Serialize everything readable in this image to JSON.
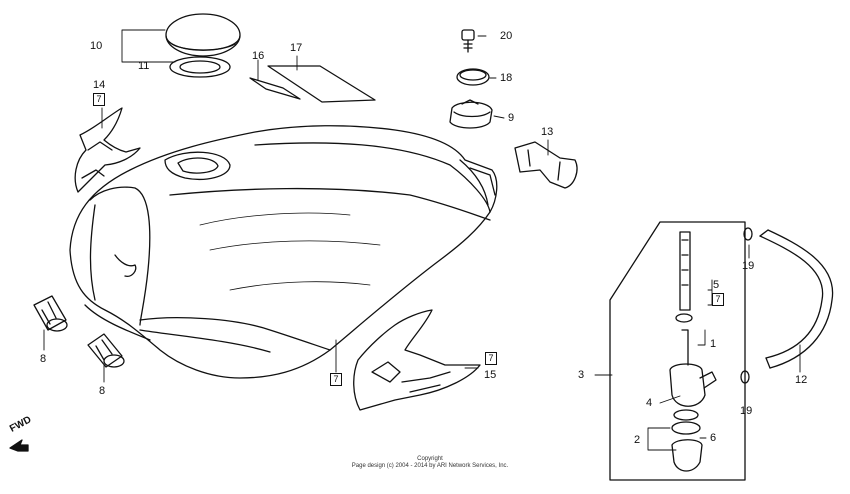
{
  "diagram": {
    "callouts": [
      {
        "id": "c1",
        "text": "1"
      },
      {
        "id": "c2",
        "text": "2"
      },
      {
        "id": "c3",
        "text": "3"
      },
      {
        "id": "c4",
        "text": "4"
      },
      {
        "id": "c5",
        "text": "5"
      },
      {
        "id": "c6",
        "text": "6"
      },
      {
        "id": "c8a",
        "text": "8"
      },
      {
        "id": "c8b",
        "text": "8"
      },
      {
        "id": "c9",
        "text": "9"
      },
      {
        "id": "c10",
        "text": "10"
      },
      {
        "id": "c11",
        "text": "11"
      },
      {
        "id": "c12",
        "text": "12"
      },
      {
        "id": "c13",
        "text": "13"
      },
      {
        "id": "c14",
        "text": "14"
      },
      {
        "id": "c15",
        "text": "15"
      },
      {
        "id": "c16",
        "text": "16"
      },
      {
        "id": "c17",
        "text": "17"
      },
      {
        "id": "c18",
        "text": "18"
      },
      {
        "id": "c19a",
        "text": "19"
      },
      {
        "id": "c19b",
        "text": "19"
      },
      {
        "id": "c20",
        "text": "20"
      }
    ],
    "boxed_marks": [
      "7",
      "7",
      "7",
      "7"
    ],
    "direction_label": "FWD",
    "copyright_line1": "Copyright",
    "copyright_line2": "Page design (c) 2004 - 2014 by ARI Network Services, Inc."
  }
}
